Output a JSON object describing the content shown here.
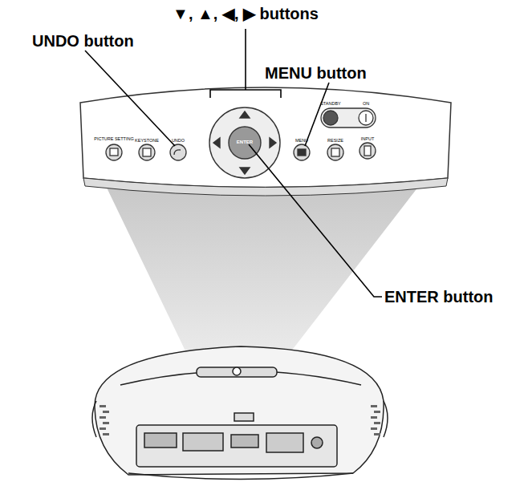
{
  "diagram": {
    "labels": [
      "▼, ▲, ◀, ▶ buttons",
      "UNDO button",
      "MENU button",
      "ENTER button",
      "PICTURE SETTING",
      "KEYSTONE",
      "UNDO",
      "ENTER",
      "MENU",
      "RESIZE",
      "INPUT",
      "STANDBY",
      "ON"
    ]
  }
}
